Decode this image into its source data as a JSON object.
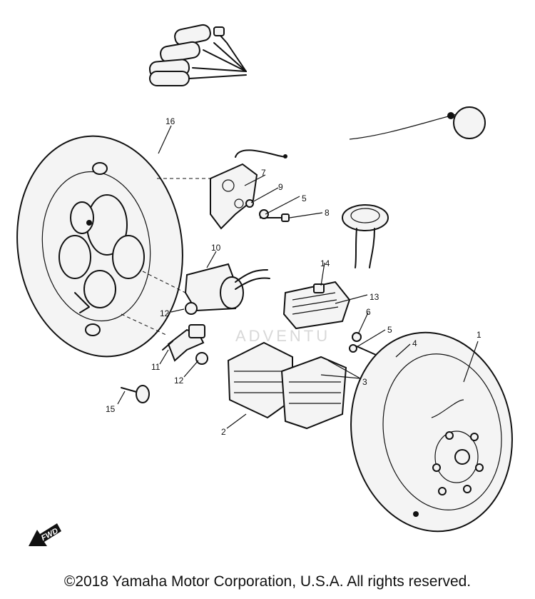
{
  "callouts": [
    {
      "num": "1"
    },
    {
      "num": "2"
    },
    {
      "num": "3"
    },
    {
      "num": "4"
    },
    {
      "num": "5"
    },
    {
      "num": "5"
    },
    {
      "num": "6"
    },
    {
      "num": "7"
    },
    {
      "num": "8"
    },
    {
      "num": "9"
    },
    {
      "num": "10"
    },
    {
      "num": "11"
    },
    {
      "num": "12"
    },
    {
      "num": "12"
    },
    {
      "num": "13"
    },
    {
      "num": "14"
    },
    {
      "num": "15"
    },
    {
      "num": "16"
    }
  ],
  "fwd_label": "FWD",
  "watermark": "ADVENTU",
  "copyright": "©2018 Yamaha Motor Corporation, U.S.A. All rights reserved."
}
